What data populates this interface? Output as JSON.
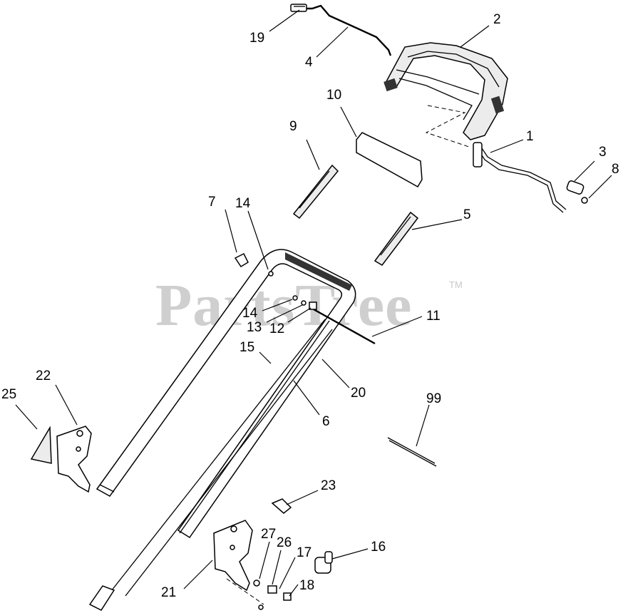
{
  "watermark": {
    "text": "PartsTree",
    "mark": "TM"
  },
  "callouts": [
    "19",
    "2",
    "4",
    "10",
    "1",
    "9",
    "3",
    "8",
    "7",
    "14",
    "5",
    "14",
    "13",
    "12",
    "11",
    "15",
    "20",
    "22",
    "6",
    "25",
    "99",
    "23",
    "27",
    "26",
    "16",
    "17",
    "21",
    "18"
  ]
}
